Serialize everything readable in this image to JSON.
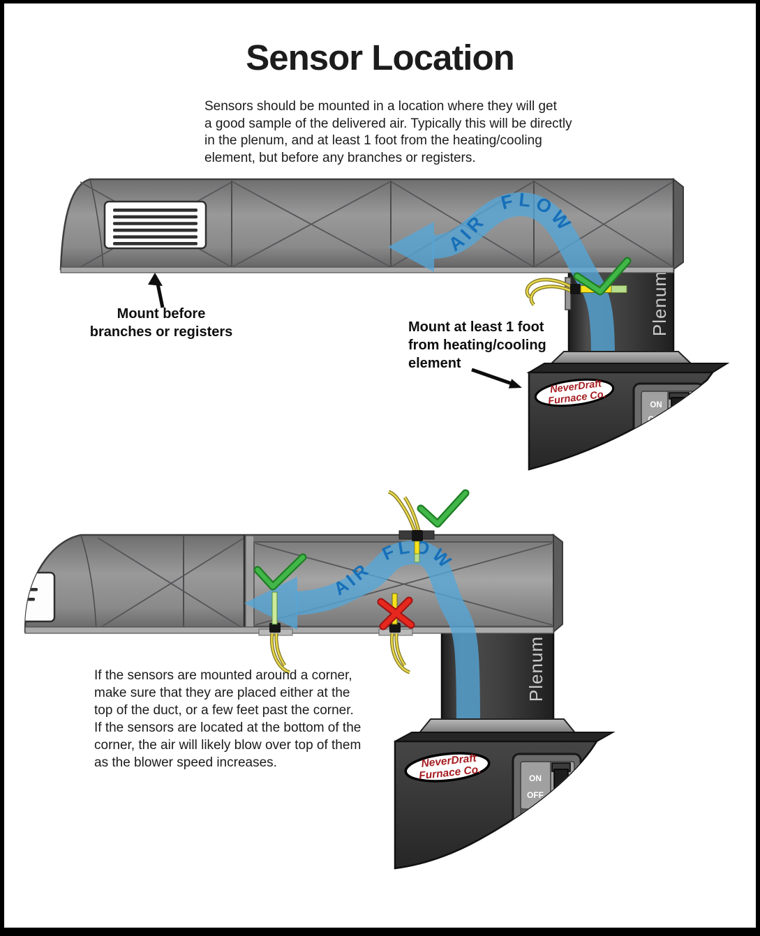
{
  "page": {
    "title": "Sensor Location",
    "intro_lines": [
      "Sensors should be mounted in a location where they will get",
      "a good sample of the delivered air. Typically this will be directly",
      "in the plenum, and at least 1 foot from the heating/cooling",
      "element, but before any branches or registers."
    ]
  },
  "labels": {
    "air_flow": "AIR FLOW",
    "plenum": "Plenum",
    "brand_line1": "NeverDraft",
    "brand_line2": "Furnace Co.",
    "switch_on": "ON",
    "switch_off": "OFF"
  },
  "annotations": {
    "mount_before_line1": "Mount before",
    "mount_before_line2": "branches or registers",
    "mount_distance_line1": "Mount at least 1 foot",
    "mount_distance_line2": "from heating/cooling",
    "mount_distance_line3": "element",
    "corner_note_lines": [
      "If the sensors are mounted around a corner,",
      "make sure that they are placed either at the",
      "top of the duct, or a few feet past the corner.",
      "If the sensors are located at the bottom of the",
      "corner, the air will likely blow over top of them",
      "as the blower speed increases."
    ]
  },
  "colors": {
    "airflow_text_blue": "#176fb8",
    "airflow_band_blue": "#55a6d8",
    "check_green": "#41b649",
    "cross_red": "#e6281e",
    "wire_yellow": "#e8d74e",
    "brand_red": "#a51e22"
  }
}
